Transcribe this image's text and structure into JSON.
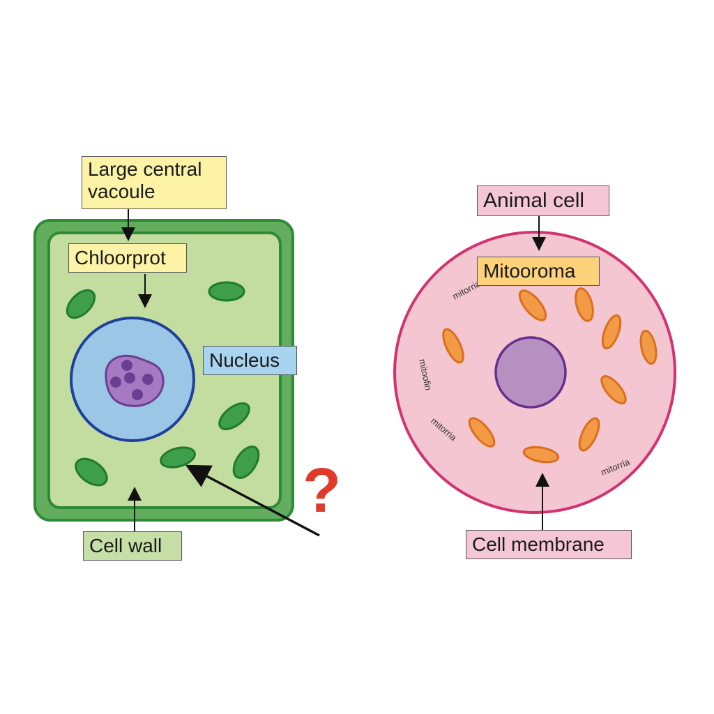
{
  "plant_cell": {
    "labels": {
      "vacuole": "Large central\nvacoule",
      "chloroplast": "Chloorprot",
      "nucleus": "Nucleus",
      "cell_wall": "Cell wall"
    },
    "question_mark": "?"
  },
  "animal_cell": {
    "labels": {
      "title": "Animal cell",
      "mitochondria": "Mitooroma",
      "membrane": "Cell membrane"
    },
    "small_labels": [
      "mitorria",
      "mitoofin",
      "mitorria",
      "mitorria"
    ]
  },
  "colors": {
    "vacuole_label_bg": "#fdf3a6",
    "chloroplast_label_bg": "#fdf3a6",
    "nucleus_label_bg": "#a9d4ef",
    "cell_wall_label_bg": "#c6dfa7",
    "animal_label_bg": "#f5c7d6",
    "mito_label_bg": "#fdd27a",
    "membrane_label_bg": "#f5c7d6"
  }
}
